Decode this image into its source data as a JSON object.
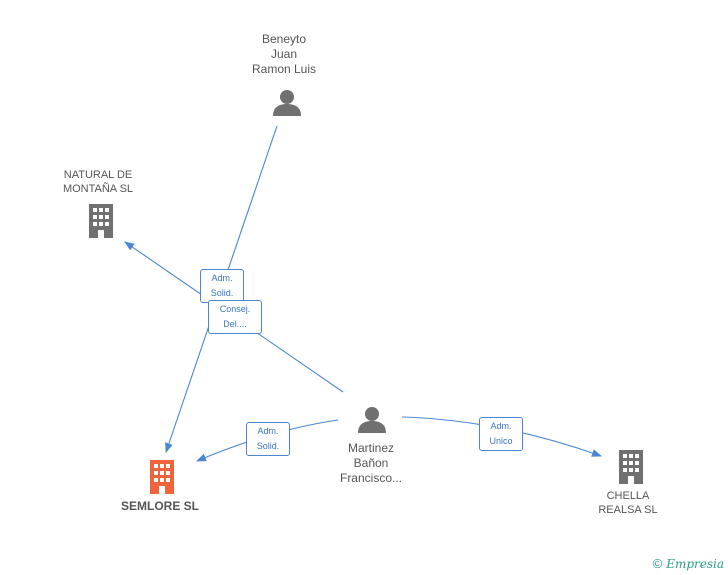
{
  "nodes": {
    "beneyto": {
      "label": "Beneyto\nJuan\nRamon Luis",
      "type": "person"
    },
    "natural": {
      "label": "NATURAL DE\nMONTAÑA SL",
      "type": "company"
    },
    "semlore": {
      "label": "SEMLORE SL",
      "type": "company",
      "highlight": true
    },
    "martinez": {
      "label": "Martinez\nBañon\nFrancisco...",
      "type": "person"
    },
    "chella": {
      "label": "CHELLA\nREALSA SL",
      "type": "company"
    }
  },
  "edges": {
    "e1": {
      "label": "Adm.\nSolid."
    },
    "e2": {
      "label": "Consej.\nDel...."
    },
    "e3": {
      "label": "Adm.\nSolid."
    },
    "e4": {
      "label": "Adm.\nUnico"
    }
  },
  "colors": {
    "edge": "#4a86d4",
    "icon": "#707070",
    "highlight": "#f0643c"
  },
  "brand": {
    "symbol": "©",
    "name": "Empresia"
  }
}
